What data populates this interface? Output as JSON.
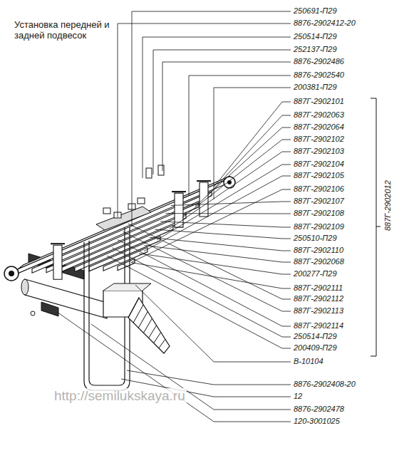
{
  "diagram": {
    "title": "Установка передней и задней подвесок",
    "labels": [
      "250691-П29",
      "8876-2902412-20",
      "250514-П29",
      "252137-П29",
      "8876-2902486",
      "8876-2902540",
      "200381-П29",
      "887Г-2902101",
      "887Г-2902063",
      "887Г-2902064",
      "887Г-2902102",
      "887Г-2902103",
      "887Г-2902104",
      "887Г-2902105",
      "887Г-2902106",
      "887Г-2902107",
      "887Г-2902108",
      "887Г-2902109",
      "250510-П29",
      "887Г-2902110",
      "887Г-2902068",
      "200277-П29",
      "887Г-2902111",
      "887Г-2902112",
      "887Г-2902113",
      "887Г-2902114",
      "250514-П29",
      "200409-П29",
      "В-10104",
      "8876-2902408-20",
      "12",
      "8876-2902478",
      "120-3001025",
      "887Г-2902012",
      "http://semilukskaya.ru"
    ]
  }
}
